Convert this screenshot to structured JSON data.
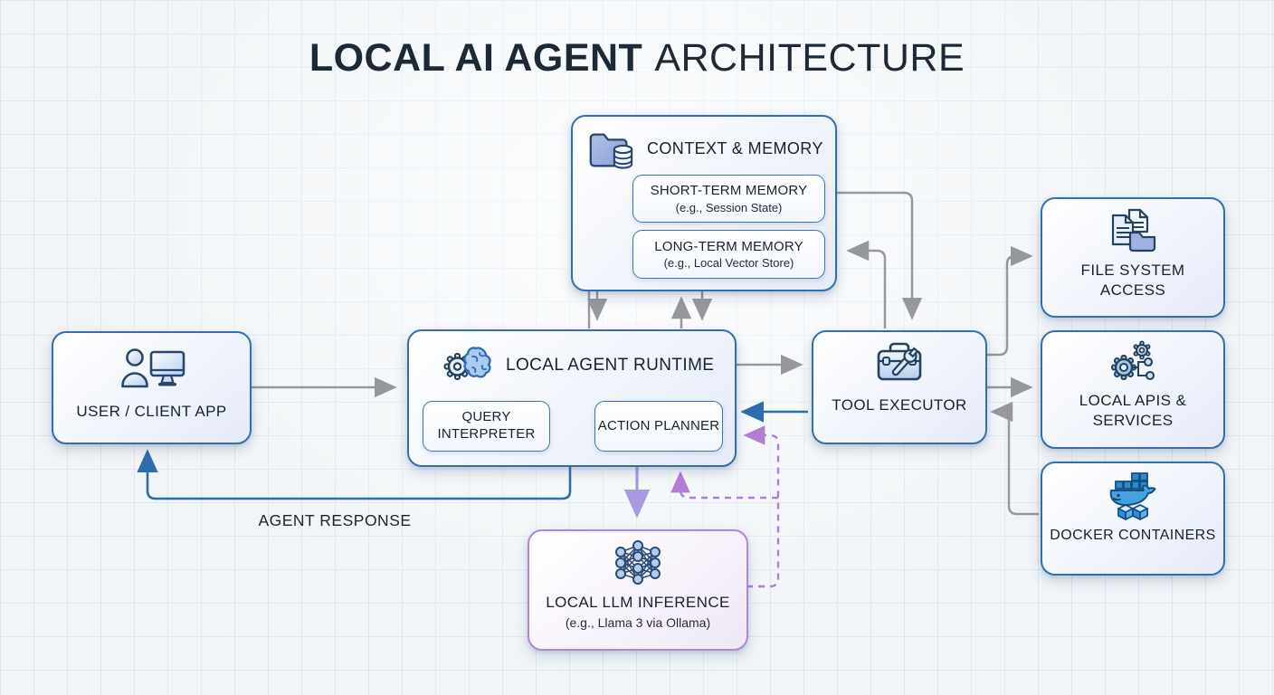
{
  "title": {
    "bold": "LOCAL AI AGENT",
    "regular": "ARCHITECTURE"
  },
  "nodes": {
    "context_memory": {
      "label": "CONTEXT & MEMORY",
      "icon": "folder-database-icon",
      "children": [
        {
          "title": "SHORT-TERM MEMORY",
          "subtitle": "(e.g., Session State)"
        },
        {
          "title": "LONG-TERM MEMORY",
          "subtitle": "(e.g., Local Vector Store)"
        }
      ]
    },
    "user": {
      "label": "USER / CLIENT APP",
      "icon": "user-monitor-icon"
    },
    "runtime": {
      "label": "LOCAL AGENT RUNTIME",
      "icon": "gear-brain-icon",
      "children": [
        {
          "title": "QUERY INTERPRETER"
        },
        {
          "title": "ACTION PLANNER"
        }
      ]
    },
    "tool_executor": {
      "label": "TOOL EXECUTOR",
      "icon": "toolbox-wrench-icon"
    },
    "file_system": {
      "label": "FILE SYSTEM ACCESS",
      "icon": "documents-folder-icon"
    },
    "local_apis": {
      "label": "LOCAL APIS & SERVICES",
      "icon": "gears-network-icon"
    },
    "docker": {
      "label": "DOCKER CONTAINERS",
      "icon": "docker-whale-icon"
    },
    "llm": {
      "label": "LOCAL LLM INFERENCE",
      "subtitle": "(e.g., Llama 3 via Ollama)",
      "icon": "neural-network-icon"
    }
  },
  "labels": {
    "agent_response": "AGENT RESPONSE"
  },
  "colors": {
    "box_border_blue": "#336fab",
    "box_border_purple": "#b088cf",
    "arrow_gray": "#97989e",
    "arrow_blue": "#2e6cb0",
    "arrow_purple_solid": "#a79ae3",
    "arrow_purple_dashed": "#b27fd5",
    "title_text": "#1e2936"
  },
  "edges": [
    {
      "from": "USER / CLIENT APP",
      "to": "LOCAL AGENT RUNTIME",
      "style": "solid-gray"
    },
    {
      "from": "LOCAL AGENT RUNTIME",
      "to": "SHORT-TERM MEMORY",
      "style": "solid-gray"
    },
    {
      "from": "LONG-TERM MEMORY",
      "to": "LOCAL AGENT RUNTIME",
      "style": "solid-gray"
    },
    {
      "from": "LOCAL AGENT RUNTIME",
      "to": "CONTEXT & MEMORY",
      "style": "solid-gray"
    },
    {
      "from": "CONTEXT & MEMORY",
      "to": "LOCAL AGENT RUNTIME",
      "style": "solid-gray"
    },
    {
      "from": "QUERY INTERPRETER",
      "to": "ACTION PLANNER",
      "style": "solid-gray-bidirectional"
    },
    {
      "from": "LOCAL AGENT RUNTIME",
      "to": "TOOL EXECUTOR",
      "style": "solid-gray"
    },
    {
      "from": "TOOL EXECUTOR",
      "to": "ACTION PLANNER",
      "style": "solid-blue"
    },
    {
      "from": "SHORT-TERM MEMORY",
      "to": "TOOL EXECUTOR",
      "style": "solid-gray"
    },
    {
      "from": "TOOL EXECUTOR",
      "to": "LONG-TERM MEMORY",
      "style": "solid-gray"
    },
    {
      "from": "TOOL EXECUTOR",
      "to": "FILE SYSTEM ACCESS",
      "style": "solid-gray"
    },
    {
      "from": "TOOL EXECUTOR",
      "to": "LOCAL APIS & SERVICES",
      "style": "solid-gray"
    },
    {
      "from": "DOCKER CONTAINERS",
      "to": "TOOL EXECUTOR",
      "style": "solid-gray"
    },
    {
      "from": "ACTION PLANNER",
      "to": "LOCAL LLM INFERENCE",
      "style": "solid-purple"
    },
    {
      "from": "LOCAL LLM INFERENCE",
      "to": "ACTION PLANNER",
      "style": "dashed-purple"
    },
    {
      "from": "LOCAL LLM INFERENCE",
      "to": "LOCAL AGENT RUNTIME",
      "style": "dashed-purple"
    },
    {
      "from": "LOCAL AGENT RUNTIME",
      "to": "USER / CLIENT APP",
      "style": "solid-blue",
      "label": "AGENT RESPONSE"
    }
  ]
}
